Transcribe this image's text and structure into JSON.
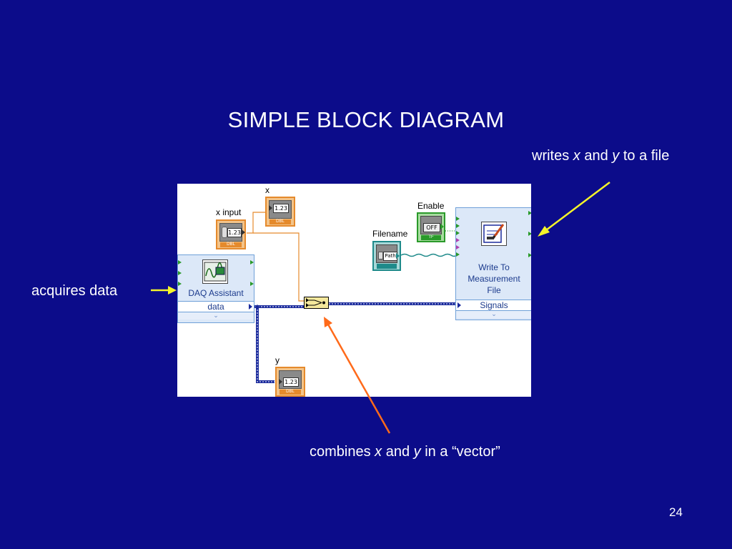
{
  "title": "SIMPLE BLOCK DIAGRAM",
  "callouts": {
    "acquires": "acquires data",
    "writes": {
      "pre": "writes ",
      "x": "x",
      "mid": " and ",
      "y": "y",
      "post": " to a file"
    },
    "combines": {
      "pre": "combines ",
      "x": "x",
      "mid": " and ",
      "y": "y",
      "post": " in a “vector”"
    }
  },
  "page_number": "24",
  "diagram": {
    "x_label": "x",
    "x_input_label": "x input",
    "y_label": "y",
    "enable_label": "Enable",
    "filename_label": "Filename",
    "dbl_value": "1.23",
    "dbl_tag": "DBL",
    "enable_value": "OFF",
    "enable_tag": "TF",
    "path_value": "Path",
    "daq_title": "DAQ Assistant",
    "daq_terminal": "data",
    "write_title_1": "Write To",
    "write_title_2": "Measurement",
    "write_title_3": "File",
    "write_terminal": "Signals"
  },
  "colors": {
    "background": "#0c0c8a",
    "text": "#ffffff",
    "arrow_yellow": "#f5f52a",
    "arrow_orange": "#ff6a1a",
    "wire_orange": "#e58a2c",
    "wire_blue": "#1a2a9c",
    "wire_teal": "#1e8a8a",
    "wire_green": "#2a9a2a"
  }
}
